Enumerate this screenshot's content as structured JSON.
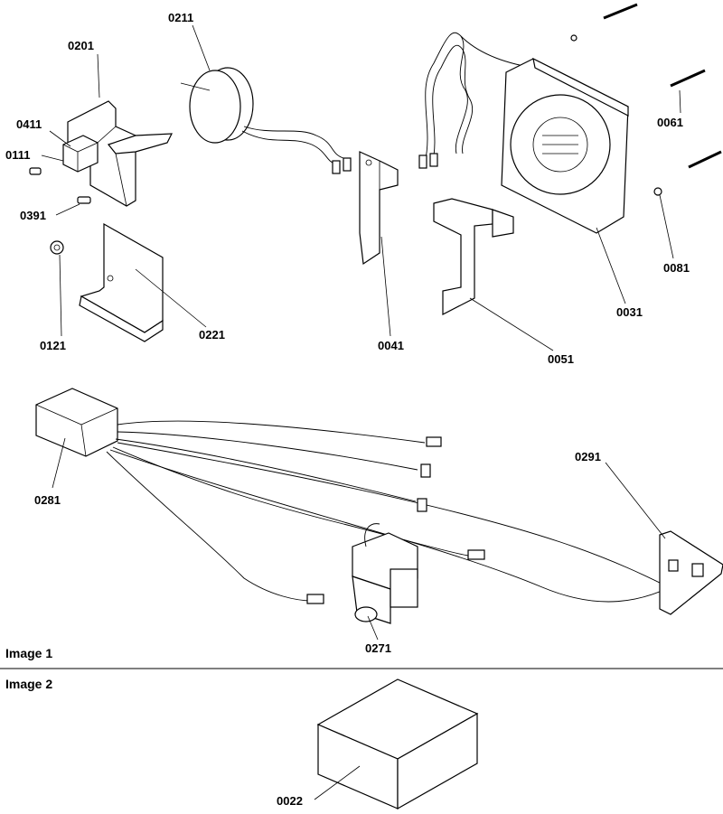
{
  "sections": {
    "image1": "Image 1",
    "image2": "Image 2"
  },
  "parts": {
    "p0201": "0201",
    "p0211": "0211",
    "p0411": "0411",
    "p0111": "0111",
    "p0391": "0391",
    "p0121": "0121",
    "p0221": "0221",
    "p0041": "0041",
    "p0051": "0051",
    "p0031": "0031",
    "p0061": "0061",
    "p0081": "0081",
    "p0281": "0281",
    "p0291": "0291",
    "p0271": "0271",
    "p0022": "0022"
  }
}
